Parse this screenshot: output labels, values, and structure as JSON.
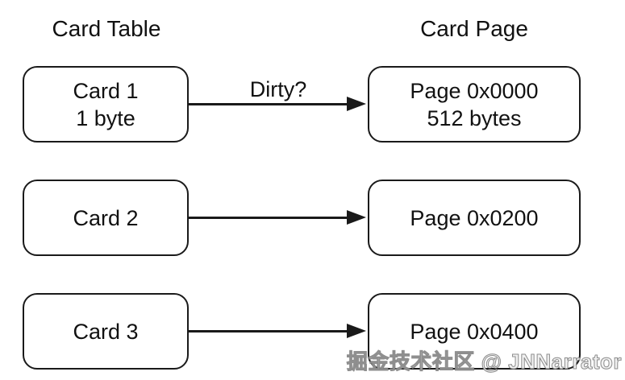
{
  "headers": {
    "left": "Card Table",
    "right": "Card Page"
  },
  "rows": [
    {
      "left": {
        "line1": "Card 1",
        "line2": "1 byte"
      },
      "arrow_label": "Dirty?",
      "right": {
        "line1": "Page 0x0000",
        "line2": "512 bytes"
      }
    },
    {
      "left": {
        "line1": "Card 2"
      },
      "right": {
        "line1": "Page 0x0200"
      }
    },
    {
      "left": {
        "line1": "Card 3"
      },
      "right": {
        "line1": "Page 0x0400"
      }
    }
  ],
  "watermark": "掘金技术社区 @ JNNarrator",
  "colors": {
    "background": "#ffffff",
    "stroke": "#1a1a1a",
    "text": "#111111"
  }
}
